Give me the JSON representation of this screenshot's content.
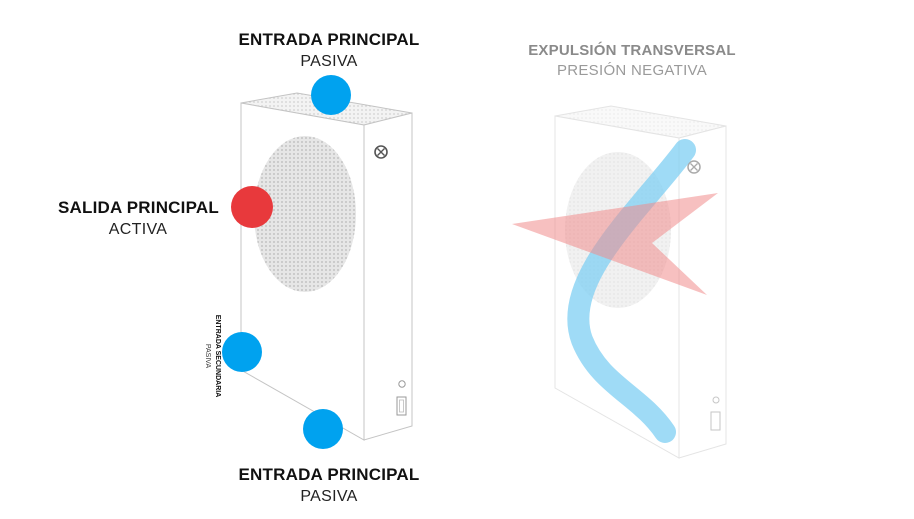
{
  "left_diagram": {
    "top_intake": {
      "title": "ENTRADA PRINCIPAL",
      "subtitle": "PASIVA"
    },
    "main_exhaust": {
      "title": "SALIDA PRINCIPAL",
      "subtitle": "ACTIVA"
    },
    "secondary_intake": {
      "title": "ENTRADA SECUNDARIA",
      "subtitle": "PASIVA"
    },
    "bottom_intake": {
      "title": "ENTRADA PRINCIPAL",
      "subtitle": "PASIVA"
    }
  },
  "right_diagram": {
    "title": "EXPULSIÓN TRANSVERSAL",
    "subtitle": "PRESIÓN NEGATIVA"
  },
  "colors": {
    "intake": "#00a2ef",
    "exhaust": "#e8393c",
    "flow_blue": "#7fcff3",
    "flow_red": "#f08c8c"
  },
  "icons": [
    "xbox-logo-icon",
    "power-button-icon",
    "usb-port-icon"
  ]
}
